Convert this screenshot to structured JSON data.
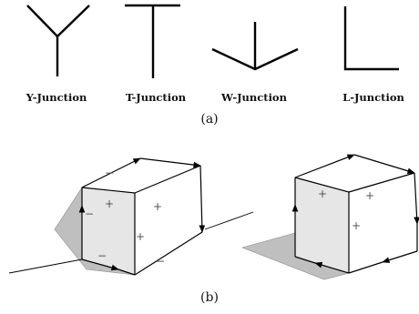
{
  "junctions": [
    {
      "label": "Y-Junction"
    },
    {
      "label": "T-Junction"
    },
    {
      "label": "W-Junction"
    },
    {
      "label": "L-Junction"
    }
  ],
  "captions": {
    "a": "(a)",
    "b": "(b)"
  },
  "left_cube_labels": [
    "+",
    "+",
    "+",
    "−",
    "−",
    "−",
    "−"
  ],
  "right_cube_labels": [
    "+",
    "+",
    "+"
  ],
  "colors": {
    "face_fill": "#e6e6e6",
    "shadow_fill": "#bfbfbf",
    "sign": "#555555",
    "line": "#000000"
  }
}
